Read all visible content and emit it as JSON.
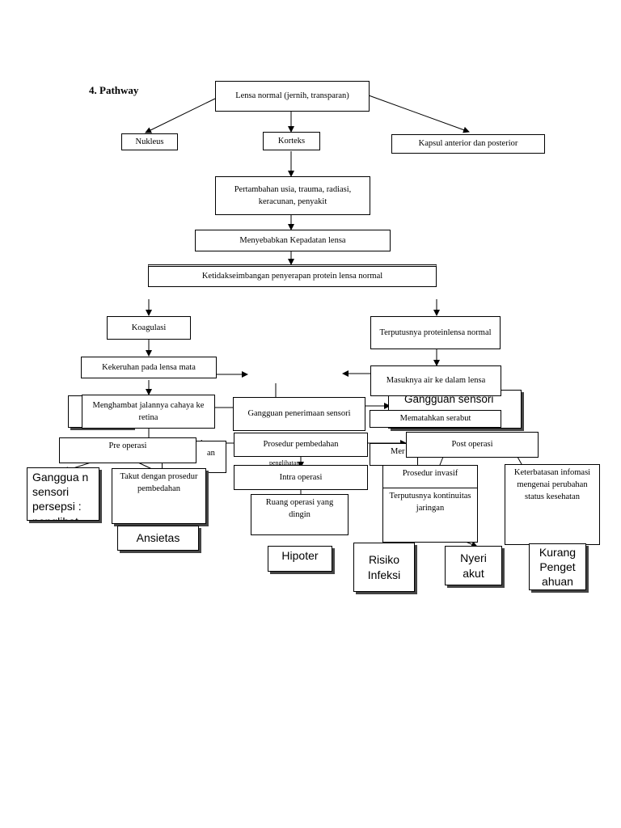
{
  "title": "4. Pathway",
  "nodes": {
    "lensa_normal": "Lensa normal (jernih, transparan)",
    "nukleus": "Nukleus",
    "korteks": "Korteks",
    "kapsul": "Kapsul anterior dan posterior",
    "pertambahan": "Pertambahan usia, trauma, radiasi, keracunan, penyakit",
    "menyebabkan": "Menyebabkan Kepadatan lensa",
    "ketidakseimbangan": "Ketidakseimbangan penyerapan protein lensa normal",
    "koagulasi": "Koagulasi",
    "terputusnya_protein": "Terputusnya proteinlensa normal",
    "kekeruhan": "Kekeruhan pada lensa mata",
    "masuknya_air": "Masuknya air ke dalam lensa",
    "menghambat": "Menghambat jalannya cahaya ke retina",
    "gangguan_penerimaan": "Gangguan penerimaan sensori",
    "gangguan_sensori_hidden": "Gangguan sensori",
    "mematahkan": "Mematahkan serabut",
    "pre_operasi": "Pre operasi",
    "prosedur_pembedahan": "Prosedur pembedahan",
    "post_operasi": "Post operasi",
    "ganggua_sensori": "Ganggua n sensori persepsi : penglihat",
    "takut": "Takut dengan prosedur pembedahan",
    "intra_operasi": "Intra operasi",
    "prosedur_invasif": "Prosedur invasif",
    "keterbatasan": "Keterbatasan infomasi mengenai perubahan status kesehatan",
    "ruang_operasi": "Ruang operasi yang dingin",
    "terputusnya_kontinuitas": "Terputusnya kontinuitas jaringan",
    "ansietas": "Ansietas",
    "hipoter": "Hipoter",
    "risiko_infeksi": "Risiko Infeksi",
    "nyeri_akut": "Nyeri akut",
    "kurang_pengetahuan": "Kurang Penget ahuan",
    "fragment_an": "an",
    "fragment_mer": "Mer",
    "fragment_penglihatan": "penglihatan"
  }
}
